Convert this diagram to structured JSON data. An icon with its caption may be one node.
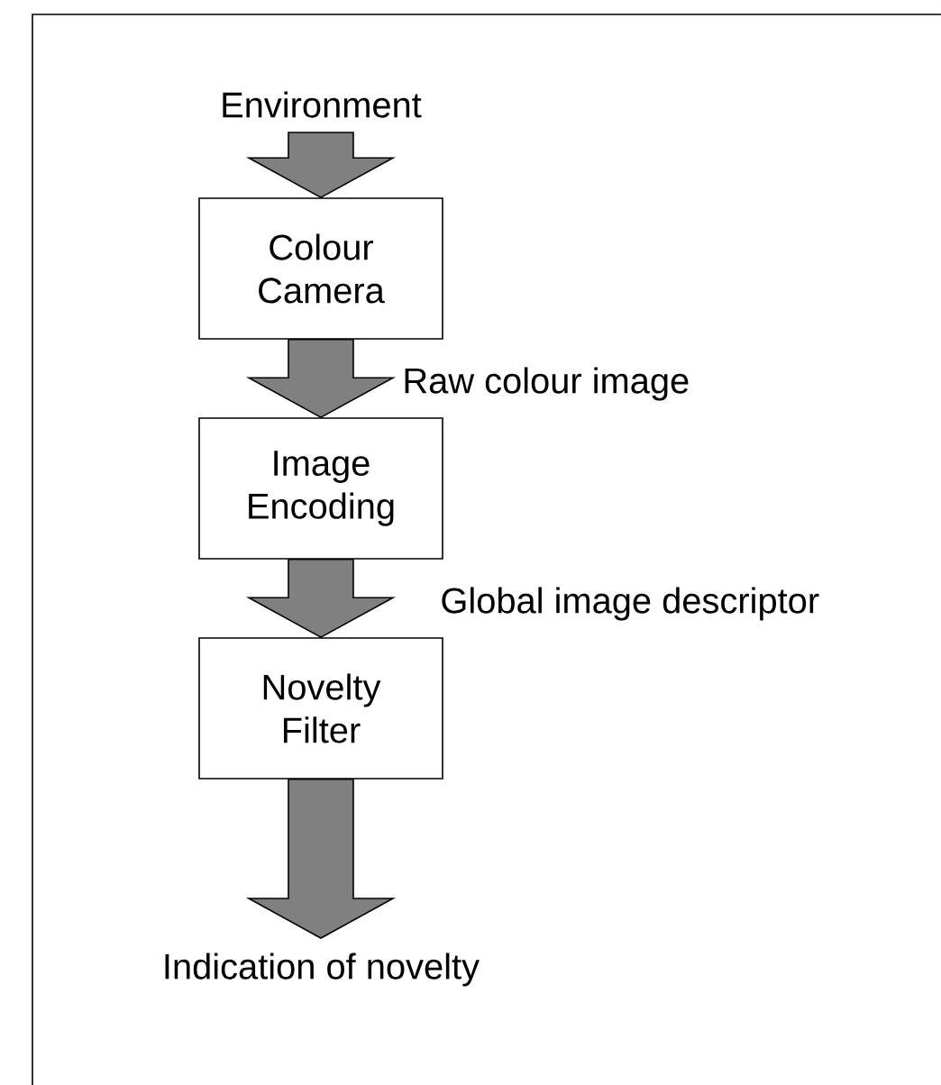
{
  "diagram": {
    "nodes": [
      {
        "text": [
          "Environment"
        ]
      },
      {
        "text": [
          "Colour Camera"
        ]
      },
      {
        "text": [
          "Image Encoding"
        ]
      },
      {
        "text": [
          "Novelty Filter"
        ]
      },
      {
        "text": [
          "Indication of novelty"
        ]
      }
    ],
    "edges": [
      {
        "from": 0,
        "to": 1,
        "arrow": "to"
      },
      {
        "from": 1,
        "to": 2,
        "arrow": "to",
        "label": "Raw colour image"
      },
      {
        "from": 2,
        "to": 3,
        "arrow": "to",
        "label": "Global image descriptor"
      },
      {
        "from": 3,
        "to": 4,
        "arrow": "to"
      }
    ]
  }
}
